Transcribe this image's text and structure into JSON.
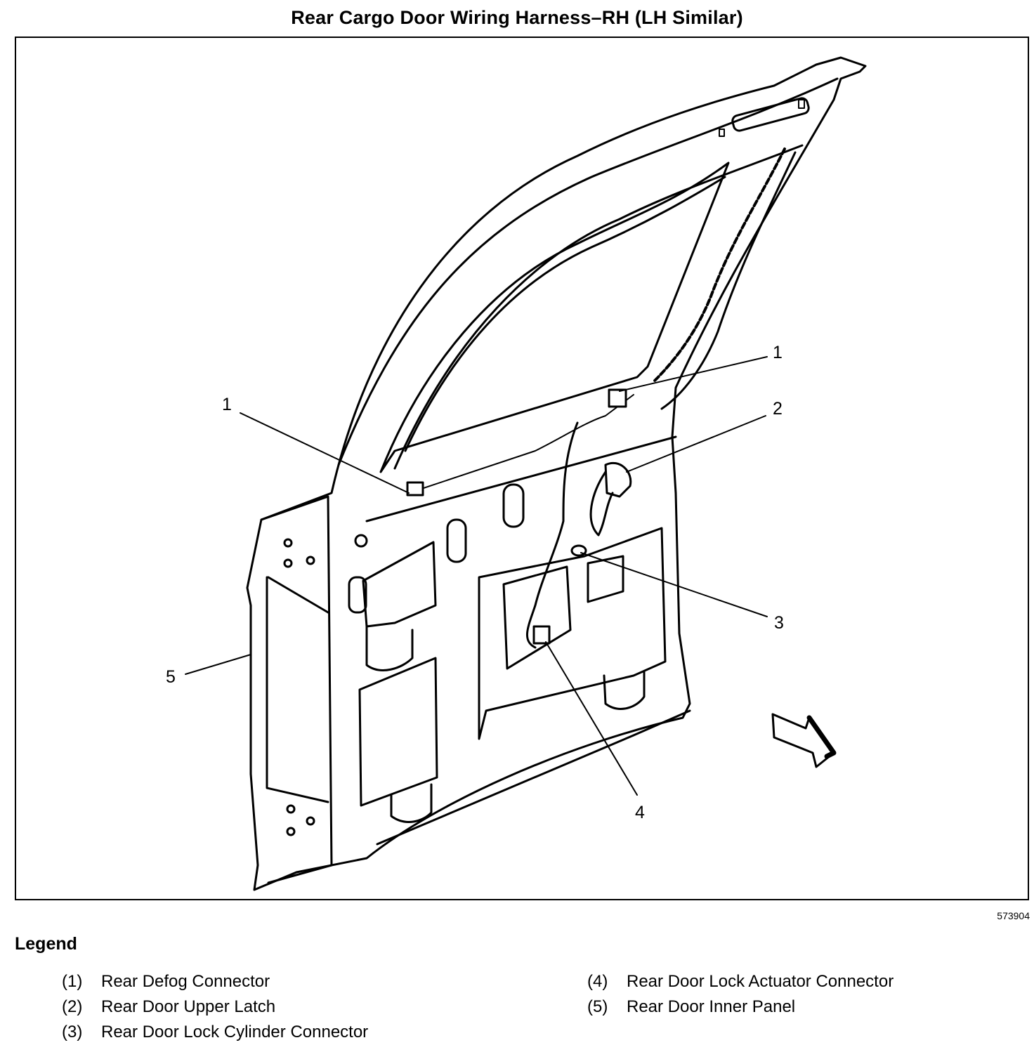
{
  "title": "Rear Cargo Door Wiring Harness–RH (LH Similar)",
  "figure_number": "573904",
  "legend": {
    "heading": "Legend",
    "items": [
      {
        "num": "(1)",
        "label": "Rear Defog Connector"
      },
      {
        "num": "(2)",
        "label": "Rear Door Upper Latch"
      },
      {
        "num": "(3)",
        "label": "Rear Door Lock Cylinder Connector"
      },
      {
        "num": "(4)",
        "label": "Rear Door Lock Actuator Connector"
      },
      {
        "num": "(5)",
        "label": "Rear Door Inner Panel"
      }
    ]
  },
  "callouts": [
    {
      "label": "1",
      "target": "Rear Defog Connector (left)"
    },
    {
      "label": "1",
      "target": "Rear Defog Connector (right)"
    },
    {
      "label": "2",
      "target": "Rear Door Upper Latch"
    },
    {
      "label": "3",
      "target": "Rear Door Lock Cylinder Connector"
    },
    {
      "label": "4",
      "target": "Rear Door Lock Actuator Connector"
    },
    {
      "label": "5",
      "target": "Rear Door Inner Panel"
    }
  ]
}
